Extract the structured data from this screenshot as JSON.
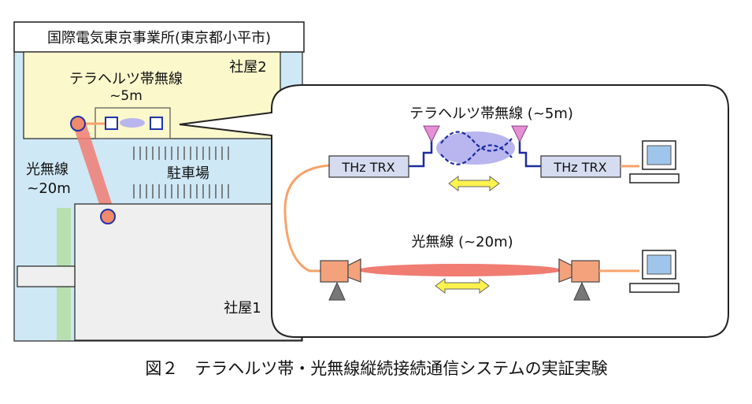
{
  "site_title": "国際電気東京事業所(東京都小平市)",
  "map": {
    "building2_label": "社屋2",
    "building1_label": "社屋1",
    "parking_label": "駐車場",
    "thz_label_line1": "テラヘルツ帯無線",
    "thz_label_line2": "~5m",
    "optical_label_line1": "光無線",
    "optical_label_line2": "~20m"
  },
  "detail": {
    "thz_title": "テラヘルツ帯無線 (~5m)",
    "thz_trx_left": "THz TRX",
    "thz_trx_right": "THz TRX",
    "optical_title": "光無線 (~20m)"
  },
  "caption": "図２　テラヘルツ帯・光無線縦続接続通信システムの実証実験",
  "colors": {
    "map_blue": "#cfe8f5",
    "building2_fill": "#fbf8cc",
    "building1_fill": "#efefef",
    "green_strip": "#b7dfb0",
    "link_orange": "#f7a36b",
    "beam_red": "#f07c72",
    "trx_fill": "#d5dcf0",
    "arrow_yellow": "#fff34d",
    "antenna_pink": "#e58fd6",
    "wave_fill": "#b9b5ef",
    "wave_stroke": "#1a2ca0",
    "camera_fill": "#f4a27c",
    "screen_fill": "#9fc6ea"
  }
}
